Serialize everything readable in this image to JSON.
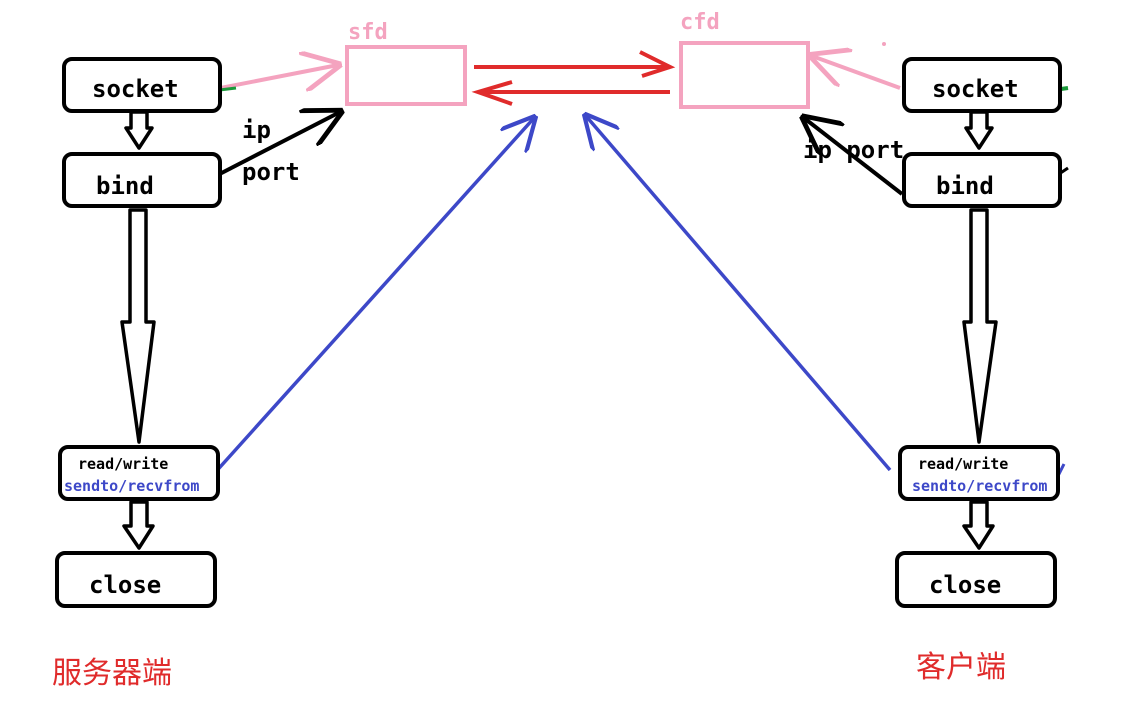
{
  "server": {
    "socket_label": "socket",
    "bind_label": "bind",
    "rw_label": "read/write",
    "sendto_label": "sendto/recvfrom",
    "close_label": "close",
    "ip_label": "ip",
    "port_label": "port",
    "caption": "服务器端"
  },
  "client": {
    "socket_label": "socket",
    "bind_label": "bind",
    "rw_label": "read/write",
    "sendto_label": "sendto/recvfrom",
    "close_label": "close",
    "ip_port_label": "ip port",
    "caption": "客户端"
  },
  "descriptors": {
    "server_fd": "sfd",
    "client_fd": "cfd"
  },
  "colors": {
    "black": "#000000",
    "pink": "#f4a3bf",
    "red": "#e02b2b",
    "blue": "#3d48c8",
    "green": "#1a9a3a"
  }
}
